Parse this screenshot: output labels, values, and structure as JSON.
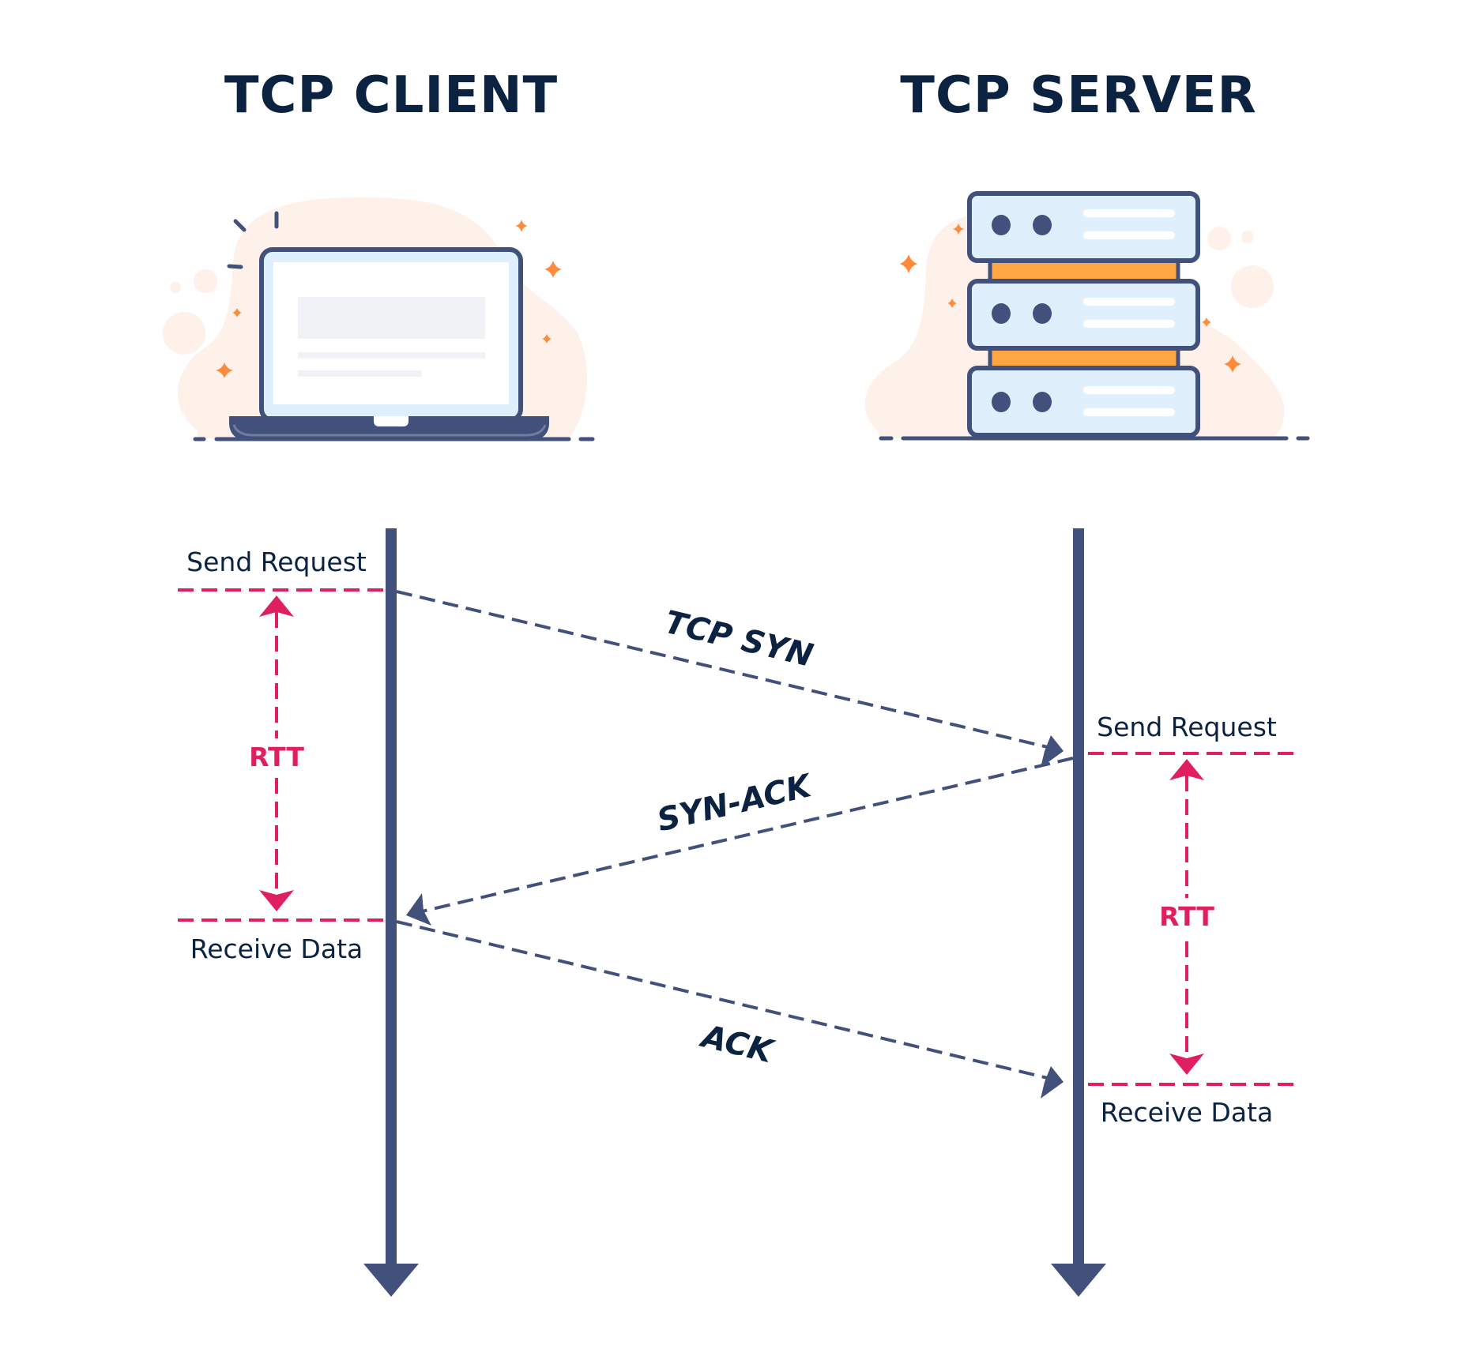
{
  "colors": {
    "timeline": "#42517c",
    "text": "#0b2340",
    "rtt": "#e0205e",
    "accent_orange": "#ffa544",
    "sparkle": "#ff8a3a",
    "device_fill": "#dff0fc",
    "blob": "#fdf1ea"
  },
  "client": {
    "title": "TCP CLIENT",
    "icon": "laptop-icon",
    "send_label": "Send Request",
    "receive_label": "Receive Data",
    "rtt_label": "RTT"
  },
  "server": {
    "title": "TCP SERVER",
    "icon": "server-rack-icon",
    "send_label": "Send Request",
    "receive_label": "Receive Data",
    "rtt_label": "RTT"
  },
  "messages": [
    {
      "label": "TCP SYN",
      "from": "client",
      "to": "server"
    },
    {
      "label": "SYN-ACK",
      "from": "server",
      "to": "client"
    },
    {
      "label": "ACK",
      "from": "client",
      "to": "server"
    }
  ]
}
